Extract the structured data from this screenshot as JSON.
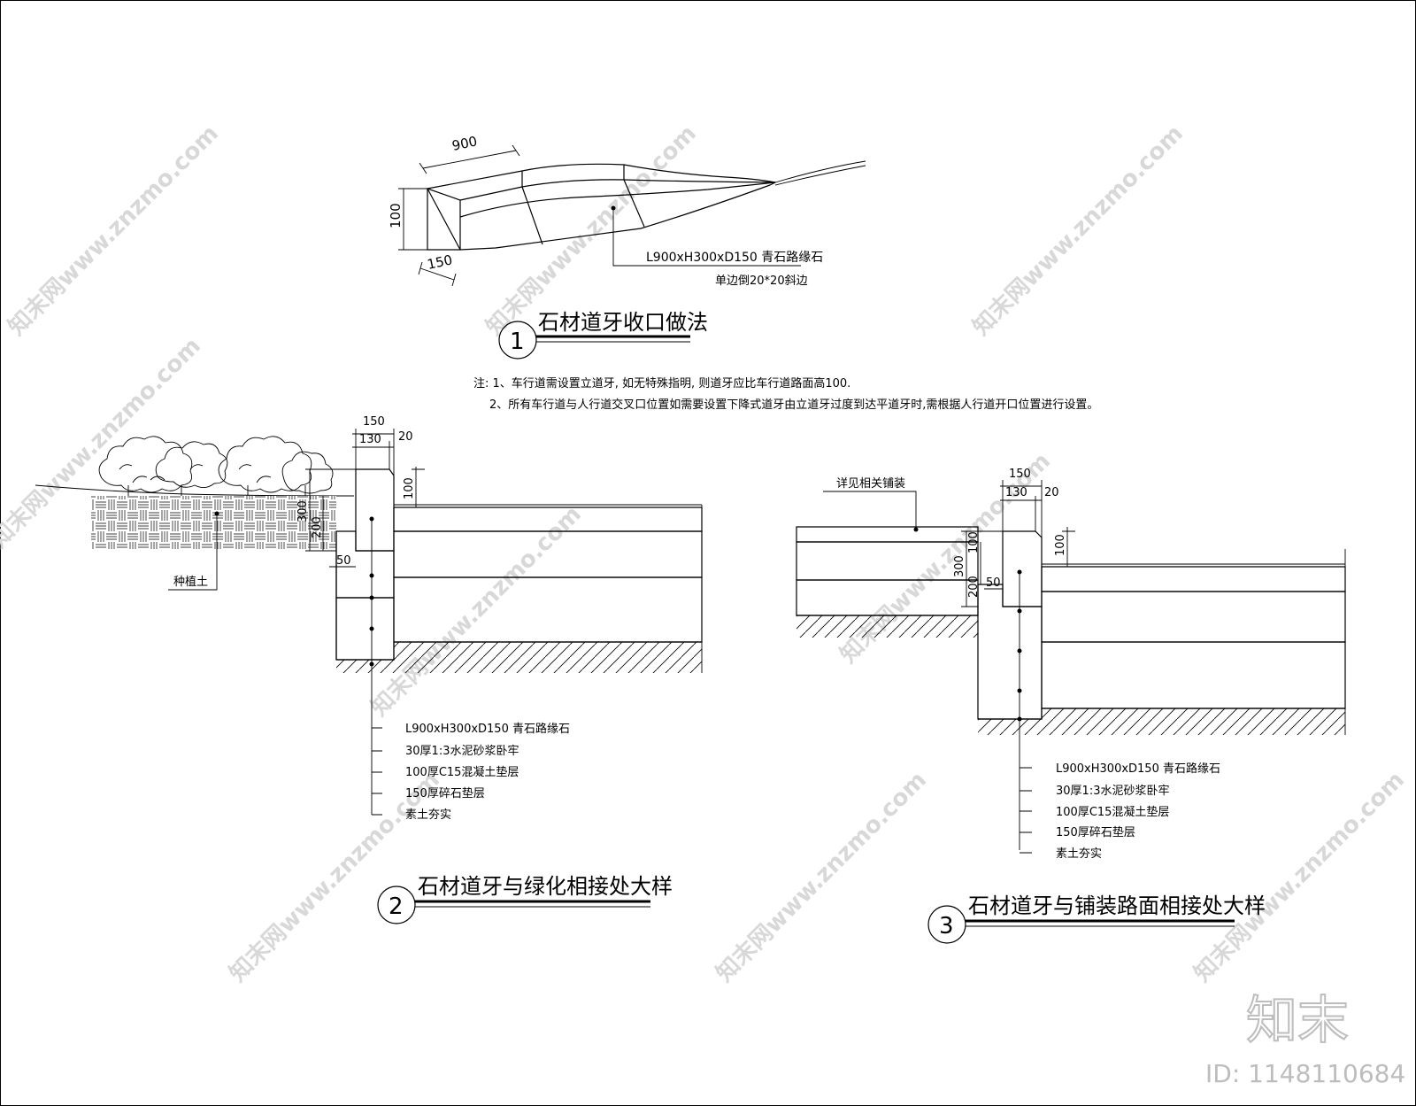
{
  "detail1": {
    "number": "1",
    "title": "石材道牙收口做法",
    "dim_length": "900",
    "dim_height": "100",
    "dim_width": "150",
    "label_main": "L900xH300xD150 青石路缘石",
    "label_sub": "单边倒20*20斜边"
  },
  "notes": {
    "line1": "注: 1、车行道需设置立道牙, 如无特殊指明, 则道牙应比车行道路面高100.",
    "line2": "2、所有车行道与人行道交叉口位置如需要设置下降式道牙由立道牙过度到达平道牙时,需根据人行道开口位置进行设置。"
  },
  "detail2": {
    "number": "2",
    "title": "石材道牙与绿化相接处大样",
    "dims": {
      "d150": "150",
      "d130": "130",
      "d20": "20",
      "d100": "100",
      "d300": "300",
      "d200": "200",
      "d50": "50"
    },
    "soil_label": "种植土",
    "layers": [
      "L900xH300xD150 青石路缘石",
      "30厚1:3水泥砂浆卧牢",
      "100厚C15混凝土垫层",
      "150厚碎石垫层",
      "素土夯实"
    ]
  },
  "detail3": {
    "number": "3",
    "title": "石材道牙与铺装路面相接处大样",
    "dims": {
      "d150": "150",
      "d130": "130",
      "d20": "20",
      "d100": "100",
      "d100b": "100",
      "d300": "300",
      "d200": "200",
      "d50": "50"
    },
    "paving_label": "详见相关铺装",
    "layers": [
      "L900xH300xD150 青石路缘石",
      "30厚1:3水泥砂浆卧牢",
      "100厚C15混凝土垫层",
      "150厚碎石垫层",
      "素土夯实"
    ]
  },
  "branding": {
    "logo_text": "知末",
    "id_text": "ID: 1148110684",
    "watermark": "知末网www.znzmo.com"
  }
}
